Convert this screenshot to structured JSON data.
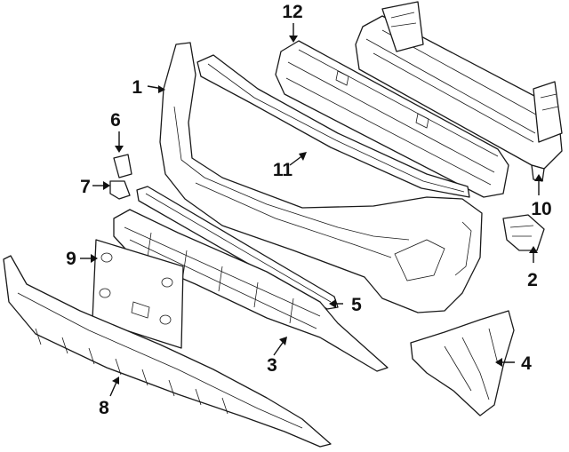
{
  "diagram": {
    "callouts": [
      {
        "label": "1"
      },
      {
        "label": "2"
      },
      {
        "label": "3"
      },
      {
        "label": "4"
      },
      {
        "label": "5"
      },
      {
        "label": "6"
      },
      {
        "label": "7"
      },
      {
        "label": "8"
      },
      {
        "label": "9"
      },
      {
        "label": "10"
      },
      {
        "label": "11"
      },
      {
        "label": "12"
      }
    ],
    "colors": {
      "line": "#1a1a1a",
      "background": "#ffffff"
    }
  }
}
